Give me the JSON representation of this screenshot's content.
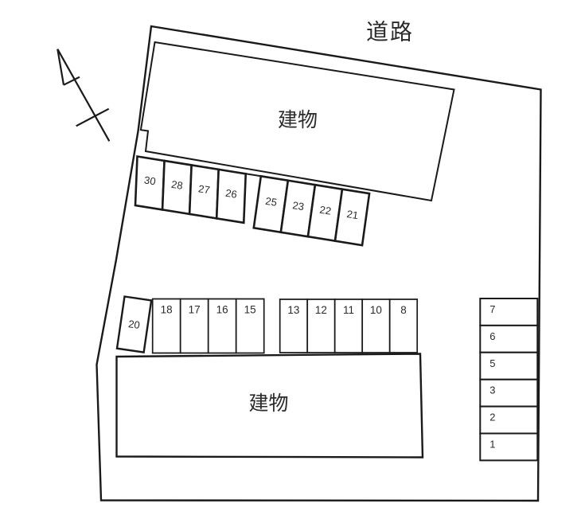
{
  "labels": {
    "road": "道路",
    "building_upper": "建物",
    "building_lower": "建物"
  },
  "parking": {
    "slanted_group_a": [
      "30",
      "28",
      "27",
      "26"
    ],
    "slanted_group_b": [
      "25",
      "23",
      "22",
      "21"
    ],
    "space_20": "20",
    "row_a": [
      "18",
      "17",
      "16",
      "15"
    ],
    "row_b": [
      "13",
      "12",
      "11",
      "10",
      "8"
    ],
    "right_column": [
      "7",
      "6",
      "5",
      "3",
      "2",
      "1"
    ]
  },
  "icons": {
    "north_arrow": "north-arrow"
  },
  "colors": {
    "line": "#1a1a1a",
    "text": "#2b2b2b",
    "background": "#ffffff"
  }
}
